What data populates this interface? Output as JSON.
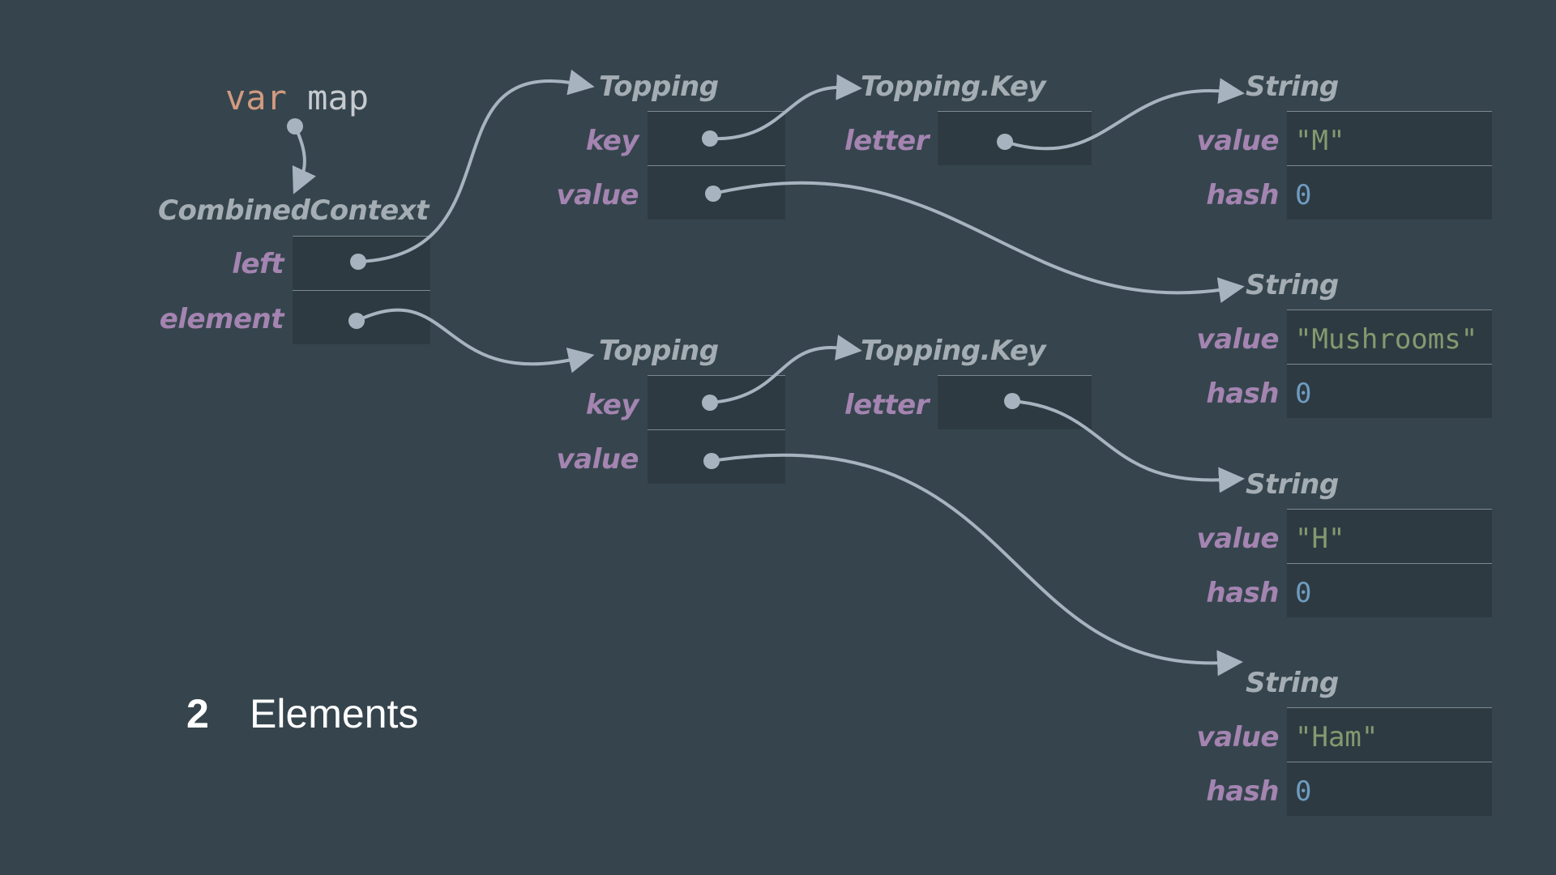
{
  "declaration": {
    "keyword": "var",
    "name": "map"
  },
  "combined_context": {
    "type": "CombinedContext",
    "fields": {
      "left": "left",
      "element": "element"
    }
  },
  "topping_1": {
    "type": "Topping",
    "fields": {
      "key": "key",
      "value": "value"
    }
  },
  "topping_2": {
    "type": "Topping",
    "fields": {
      "key": "key",
      "value": "value"
    }
  },
  "topping_key_1": {
    "type": "Topping.Key",
    "fields": {
      "letter": "letter"
    }
  },
  "topping_key_2": {
    "type": "Topping.Key",
    "fields": {
      "letter": "letter"
    }
  },
  "strings": [
    {
      "type": "String",
      "value_label": "value",
      "hash_label": "hash",
      "value": "\"M\"",
      "hash": "0"
    },
    {
      "type": "String",
      "value_label": "value",
      "hash_label": "hash",
      "value": "\"Mushrooms\"",
      "hash": "0"
    },
    {
      "type": "String",
      "value_label": "value",
      "hash_label": "hash",
      "value": "\"H\"",
      "hash": "0"
    },
    {
      "type": "String",
      "value_label": "value",
      "hash_label": "hash",
      "value": "\"Ham\"",
      "hash": "0"
    }
  ],
  "counter": {
    "number": "2",
    "label": "Elements"
  },
  "colors": {
    "background": "#36454d",
    "cell": "#2e3a42",
    "arrow": "#a7b4c0",
    "field_label": "#a484b1",
    "type_label": "#a4adb3",
    "keyword": "#d29a80",
    "string_value": "#849a6f",
    "number_value": "#6f9cc0"
  }
}
